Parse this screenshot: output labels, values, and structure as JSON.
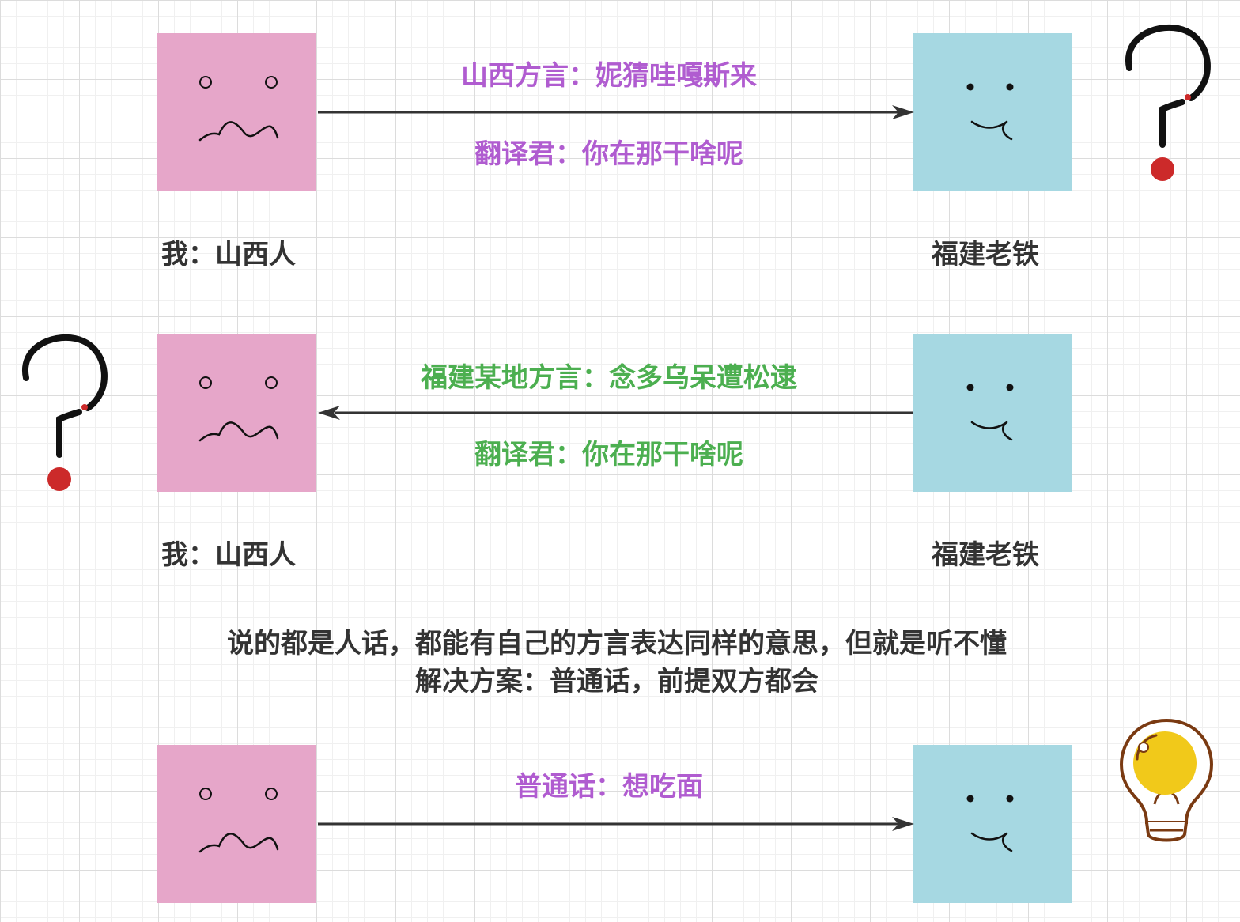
{
  "colors": {
    "purple": "#b05cd0",
    "green": "#4caf50",
    "dark": "#333333",
    "pink": "#e6a6c9",
    "blue": "#a6d8e2",
    "red_dot": "#cc2a2a",
    "bulb_yellow": "#f1c91a"
  },
  "scene1": {
    "dialect_line": "山西方言：妮猜哇嘎斯来",
    "translation_line": "翻译君：你在那干啥呢",
    "left_label": "我：山西人",
    "right_label": "福建老铁",
    "reaction_icon": "question-mark-icon"
  },
  "scene2": {
    "dialect_line": "福建某地方言：念多乌呆遭松逮",
    "translation_line": "翻译君：你在那干啥呢",
    "left_label": "我：山西人",
    "right_label": "福建老铁",
    "reaction_icon": "question-mark-icon"
  },
  "note": {
    "line1": "说的都是人话，都能有自己的方言表达同样的意思，但就是听不懂",
    "line2": "解决方案：普通话，前提双方都会"
  },
  "scene3": {
    "common_line": "普通话：想吃面",
    "reaction_icon": "lightbulb-icon"
  }
}
